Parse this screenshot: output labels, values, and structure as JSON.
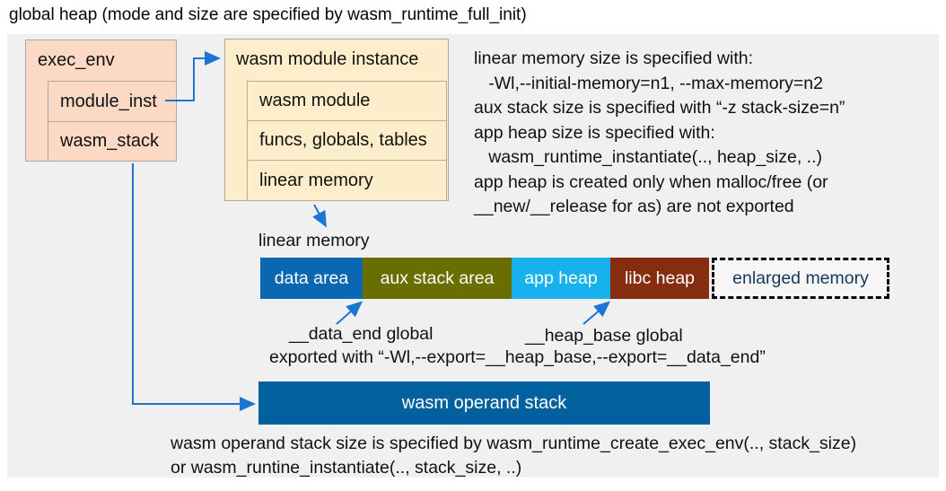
{
  "title": "global heap (mode and size are specified by wasm_runtime_full_init)",
  "exec_env": {
    "header": "exec_env",
    "rows": {
      "module_inst": "module_inst",
      "wasm_stack": "wasm_stack"
    }
  },
  "module_instance": {
    "header": "wasm module instance",
    "rows": {
      "wasm_module": "wasm module",
      "funcs_globals_tables": "funcs, globals, tables",
      "linear_memory": "linear memory"
    }
  },
  "notes_right": {
    "lines": [
      "linear memory size is specified with:",
      "   -Wl,--initial-memory=n1, --max-memory=n2",
      "aux stack size is specified with “-z stack-size=n”",
      "app heap size is specified with:",
      "   wasm_runtime_instantiate(.., heap_size, ..)",
      "app heap is created only when malloc/free (or",
      "__new/__release for as) are not exported"
    ]
  },
  "linear_memory": {
    "label": "linear memory",
    "segments": [
      {
        "label": "data area",
        "color": "#0a67b2"
      },
      {
        "label": "aux stack area",
        "color": "#6a6d00"
      },
      {
        "label": "app heap",
        "color": "#17b2ee"
      },
      {
        "label": "libc heap",
        "color": "#862d0f"
      },
      {
        "label": "enlarged memory",
        "color": "#f6f6f7",
        "border": "dashed-black",
        "text_color": "#17365d"
      }
    ]
  },
  "globals": {
    "data_end_label": "__data_end global",
    "heap_base_label": "__heap_base global",
    "exported_line": "exported with “-Wl,--export=__heap_base,--export=__data_end”"
  },
  "operand_stack": {
    "label": "wasm operand stack",
    "color": "#01619f"
  },
  "notes_bottom": {
    "line1": "wasm operand stack size is specified by wasm_runtime_create_exec_env(.., stack_size)",
    "line2": "or wasm_runtine_instantiate(.., stack_size, ..)"
  },
  "colors": {
    "panel_bg": "#f0f0f1",
    "exec_env_box": "#fbd9c5",
    "module_instance_box": "#fdeecb",
    "arrow_blue": "#1b75d1",
    "enlarged_memory_text": "#17365d"
  }
}
